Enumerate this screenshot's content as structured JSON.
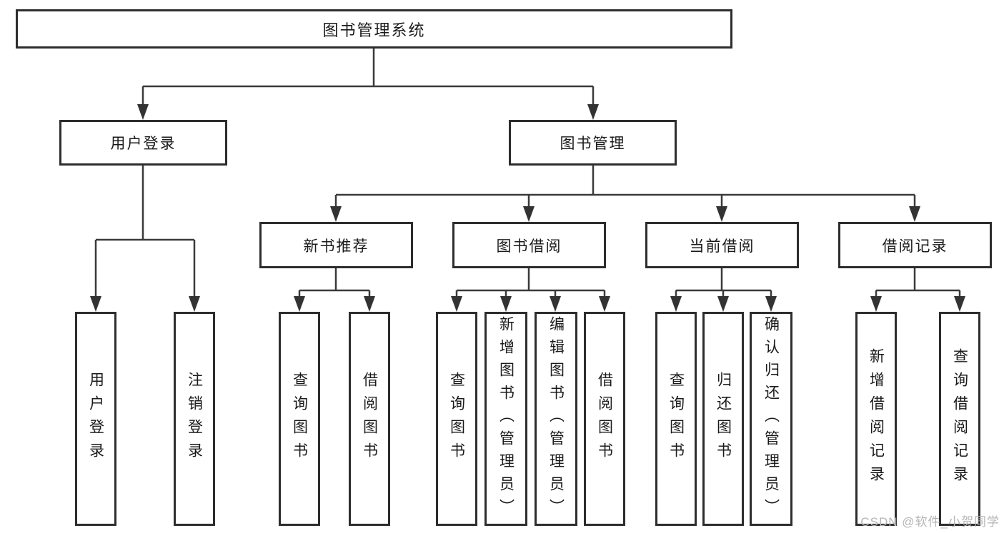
{
  "tree": {
    "root": {
      "label": "图书管理系统",
      "children": [
        {
          "label": "用户登录",
          "children": [
            {
              "label": "用户登录"
            },
            {
              "label": "注销登录"
            }
          ]
        },
        {
          "label": "图书管理",
          "children": [
            {
              "label": "新书推荐",
              "children": [
                {
                  "label": "查询图书"
                },
                {
                  "label": "借阅图书"
                }
              ]
            },
            {
              "label": "图书借阅",
              "children": [
                {
                  "label": "查询图书"
                },
                {
                  "label": "新增图书（管理员）"
                },
                {
                  "label": "编辑图书（管理员）"
                },
                {
                  "label": "借阅图书"
                }
              ]
            },
            {
              "label": "当前借阅",
              "children": [
                {
                  "label": "查询图书"
                },
                {
                  "label": "归还图书"
                },
                {
                  "label": "确认归还（管理员）"
                }
              ]
            },
            {
              "label": "借阅记录",
              "children": [
                {
                  "label": "新增借阅记录"
                },
                {
                  "label": "查询借阅记录"
                }
              ]
            }
          ]
        }
      ]
    }
  },
  "watermark": {
    "text": "CSDN @软件_小贺同学"
  },
  "colors": {
    "line": "#3a3a3a",
    "border": "#2d2d2d",
    "text": "#1a1a1a",
    "watermark": "#b5b5b8"
  }
}
